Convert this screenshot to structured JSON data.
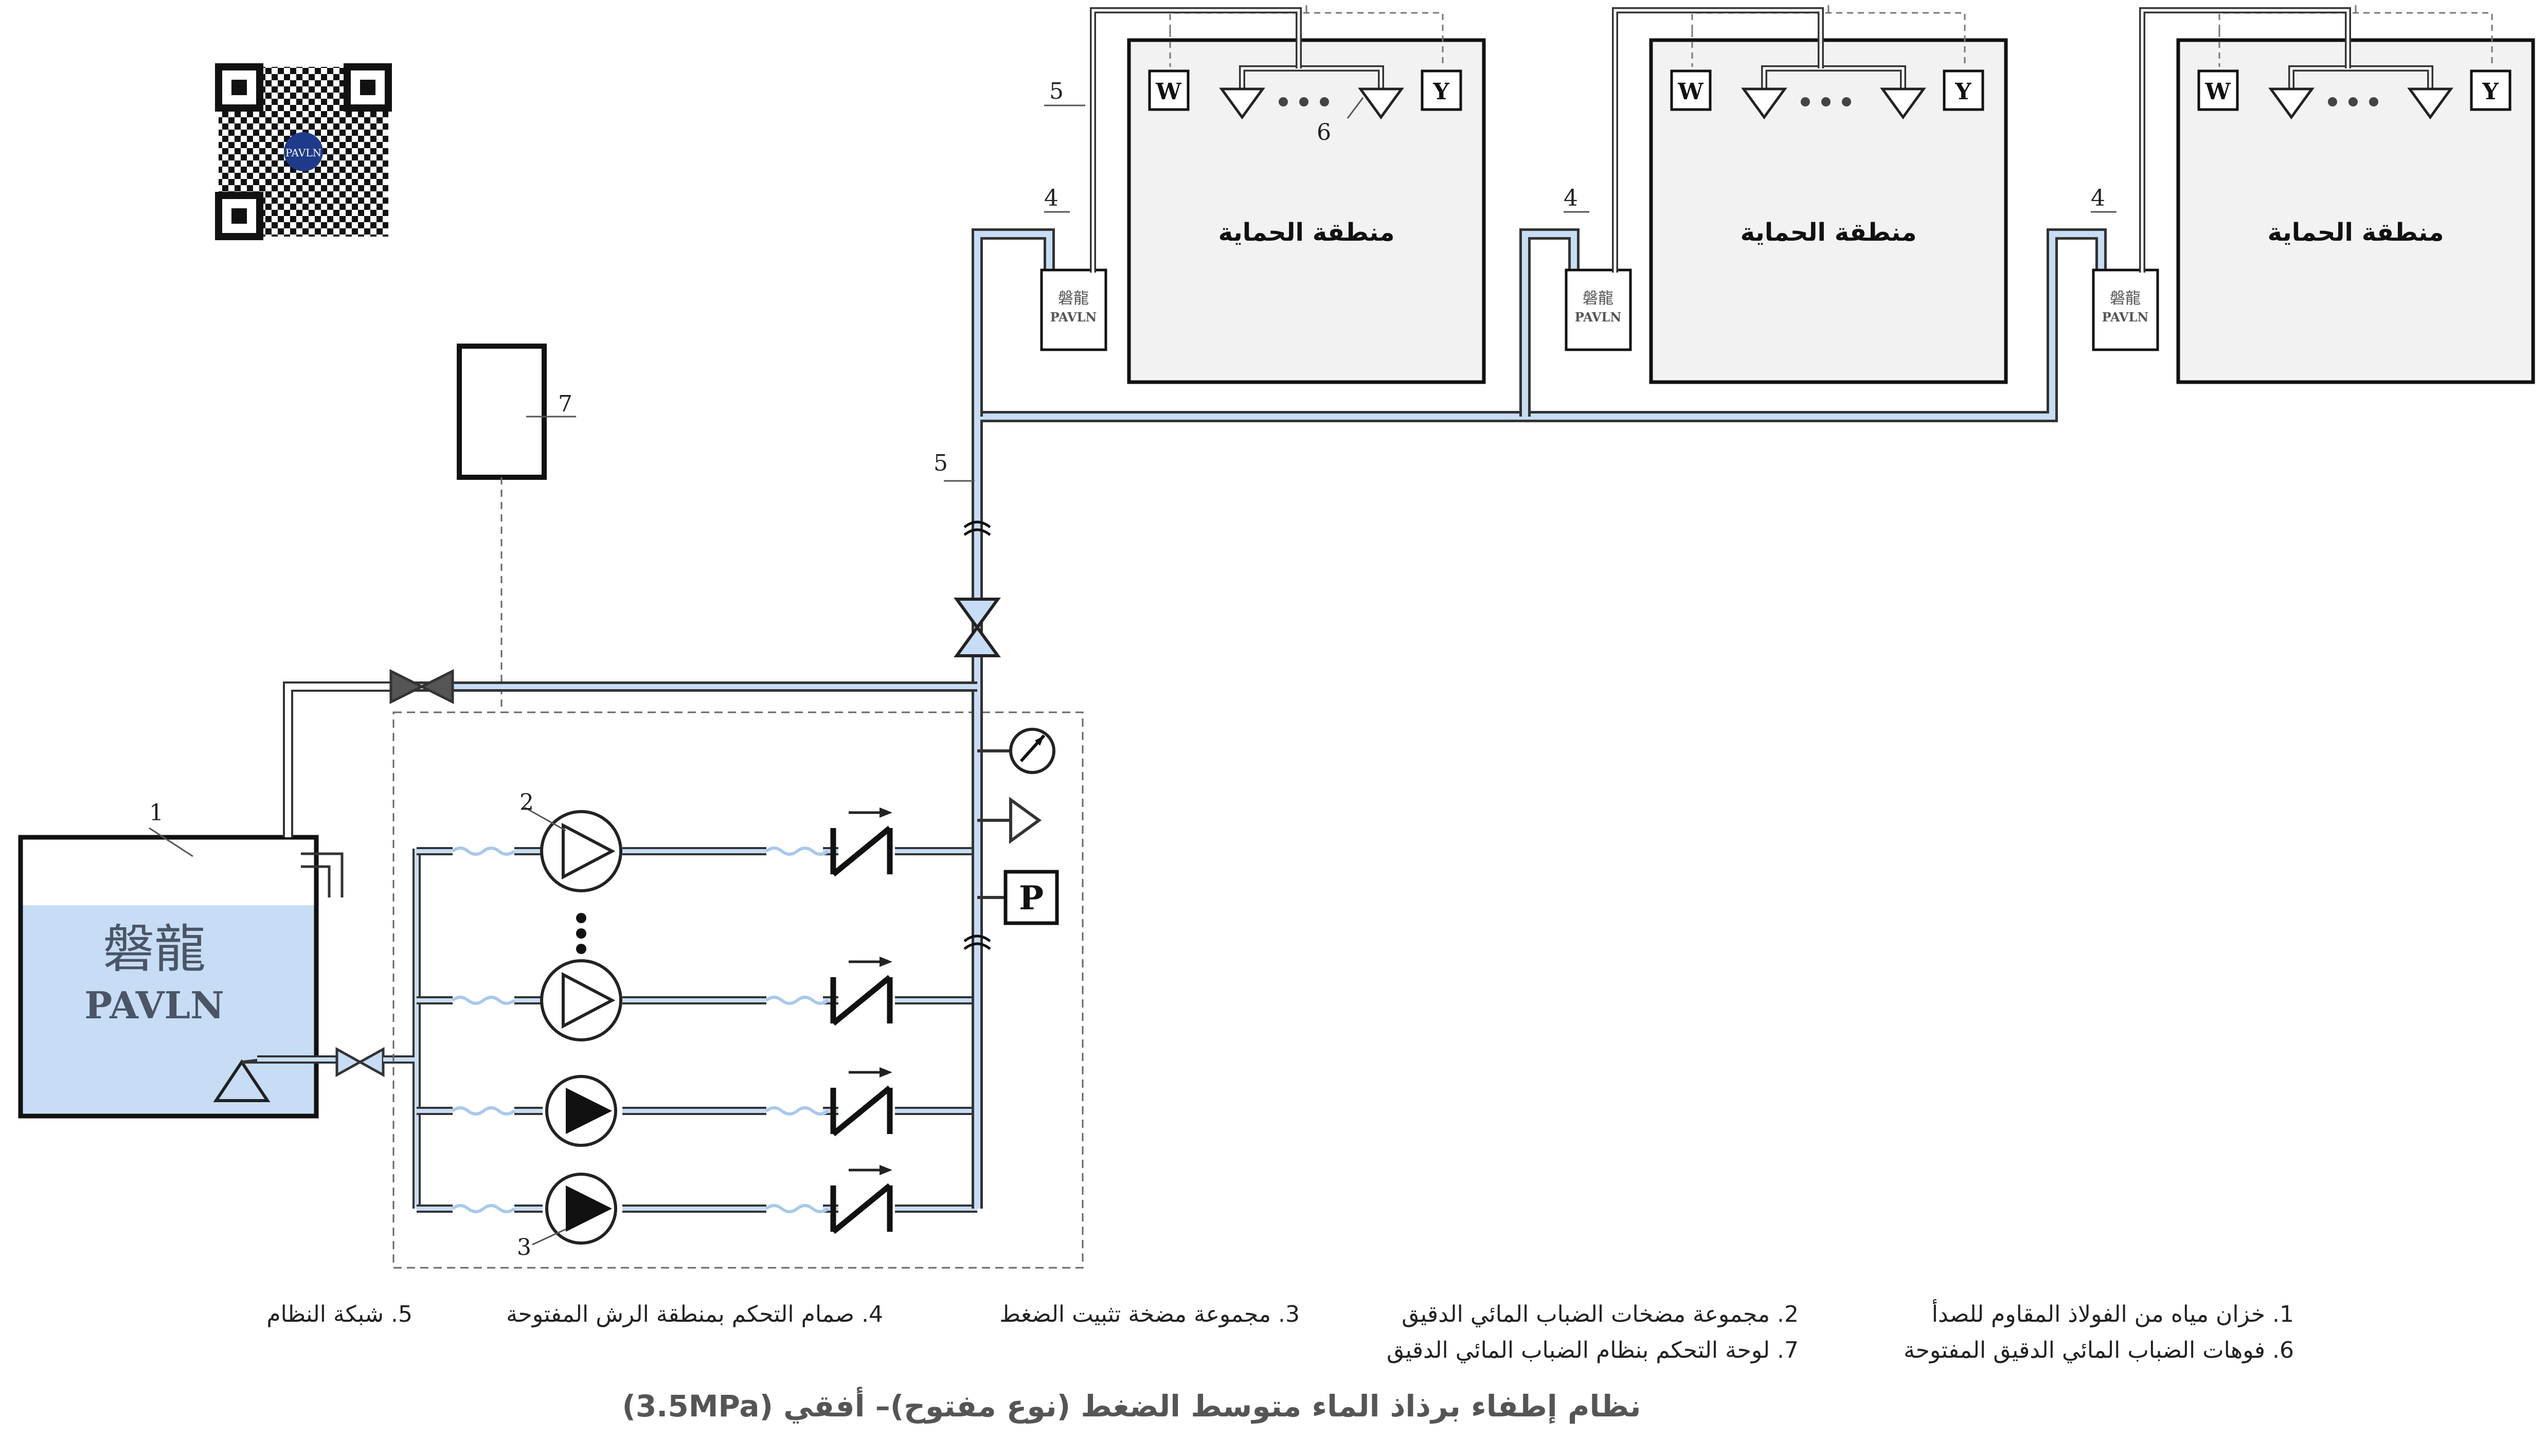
{
  "labels": {
    "n1": "1",
    "n2": "2",
    "n3": "3",
    "n4a": "4",
    "n4b": "4",
    "n4c": "4",
    "n5a": "5",
    "n5b": "5",
    "n6": "6",
    "n7": "7"
  },
  "zones": [
    {
      "title": "منطقة الحماية",
      "left_tag": "W",
      "right_tag": "Y"
    },
    {
      "title": "منطقة الحماية",
      "left_tag": "W",
      "right_tag": "Y"
    },
    {
      "title": "منطقة الحماية",
      "left_tag": "W",
      "right_tag": "Y"
    }
  ],
  "pressure_switch": "P",
  "brand": {
    "chinese": "磐龍",
    "latin": "PAVLN"
  },
  "legend": {
    "item1": "1.  خزان مياه من الفولاذ المقاوم للصدأ",
    "item2": "2.  مجموعة مضخات الضباب المائي الدقيق",
    "item3": "3.  مجموعة مضخة تثبيت الضغط",
    "item4": "4.  صمام التحكم بمنطقة الرش المفتوحة",
    "item5": "5.  شبكة النظام",
    "item6": "6.  فوهات الضباب المائي الدقيق المفتوحة",
    "item7": "7.  لوحة التحكم بنظام الضباب المائي الدقيق"
  },
  "caption": "نظام إطفاء برذاذ الماء متوسط الضغط (نوع مفتوح)– أفقي (3.5MPa)",
  "colors": {
    "water": "#c7ddf5",
    "pipe": "#333333",
    "panel": "#f2f2f2"
  }
}
